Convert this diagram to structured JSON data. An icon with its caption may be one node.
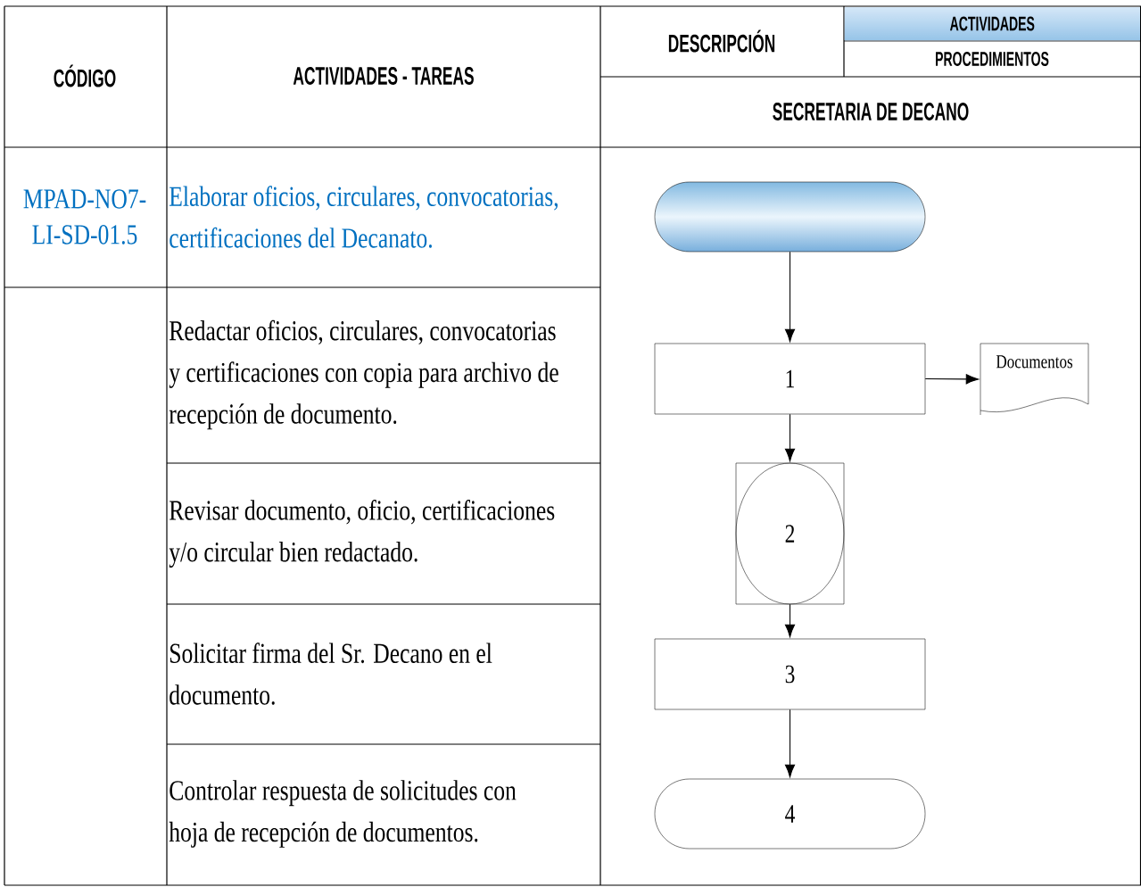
{
  "diagram": {
    "nodes": [
      {
        "text": [],
        "shape": "box"
      },
      {
        "text": [
          "1"
        ]
      },
      {
        "text": [
          "Documentos"
        ]
      },
      {
        "text": [
          "2"
        ]
      },
      {
        "text": [
          "3"
        ]
      },
      {
        "text": [
          "4"
        ]
      }
    ],
    "edges": [
      {
        "from": 0,
        "to": 1,
        "arrow": "to"
      },
      {
        "from": 1,
        "to": 2,
        "arrow": "to"
      },
      {
        "from": 1,
        "to": 3,
        "arrow": "to"
      },
      {
        "from": 3,
        "to": 4,
        "arrow": "to"
      },
      {
        "from": 4,
        "to": 5,
        "arrow": "to"
      }
    ],
    "labels": [
      "CÓDIGO",
      "ACTIVIDADES - TAREAS",
      "DESCRIPCIÓN",
      "ACTIVIDADES",
      "PROCEDIMIENTOS",
      "SECRETARIA DE DECANO",
      "MPAD-NO7-LI-SD-01.5",
      "Elaborar oficios, circulares, convocatorias, certificaciones del Decanato.",
      "Redactar oficios, circulares, convocatorias y certificaciones con copia para archivo de recepción de documento.",
      "Revisar documento, oficio, certificaciones y/o circular bien redactado.",
      "Solicitar firma del Sr. Decano en el documento.",
      "Controlar respuesta de solicitudes con hoja de recepción de documentos."
    ]
  }
}
